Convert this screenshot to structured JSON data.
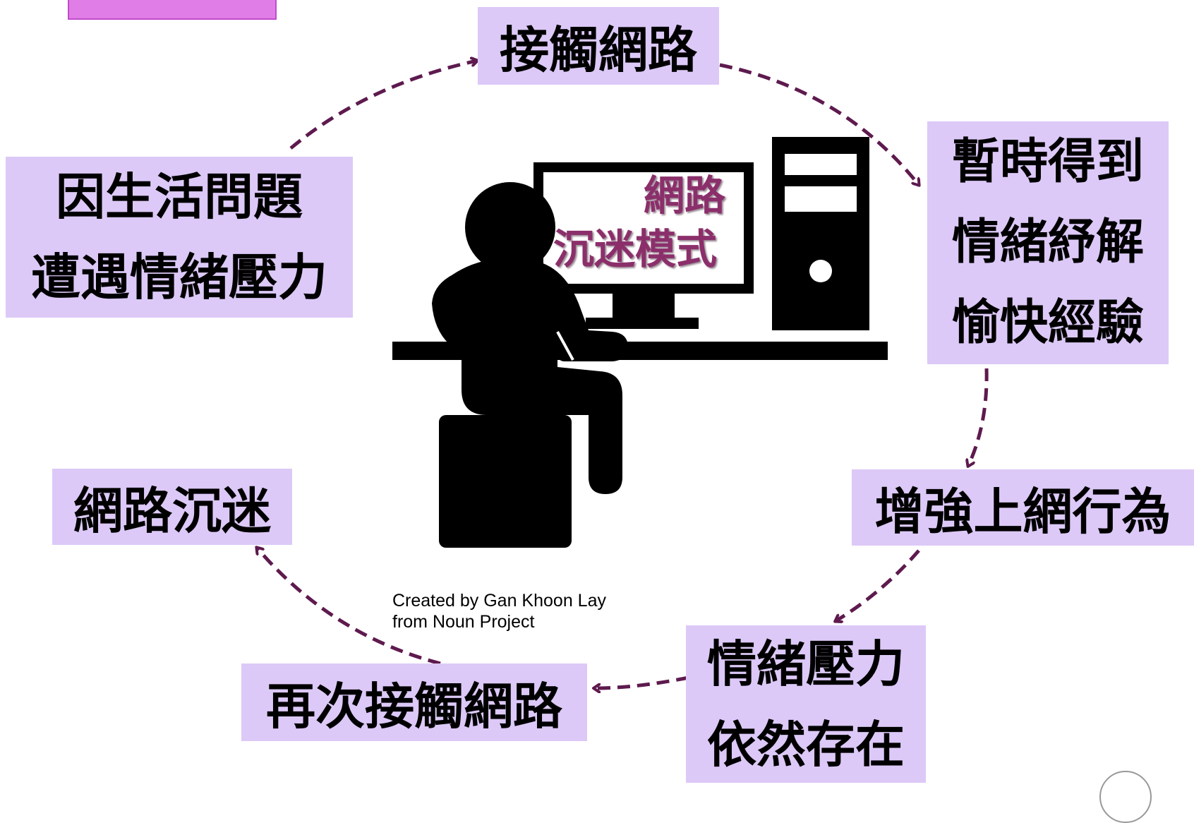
{
  "title_box": {
    "color": "#e07de6"
  },
  "nodes": {
    "contact_network": {
      "text": "接觸網路"
    },
    "temporary_relief": {
      "lines": [
        "暫時得到",
        "情緒紓解",
        "愉快經驗"
      ]
    },
    "reinforce_behavior": {
      "text": "增強上網行為"
    },
    "stress_remains": {
      "lines": [
        "情緒壓力",
        "依然存在"
      ]
    },
    "contact_again": {
      "text": "再次接觸網路"
    },
    "internet_addiction": {
      "text": "網路沉迷"
    },
    "life_problems": {
      "lines": [
        "因生活問題",
        "遭遇情緒壓力"
      ]
    }
  },
  "center": {
    "screen_text": [
      "網路",
      "沉迷模式"
    ],
    "icon": "person-at-computer-icon"
  },
  "credit": [
    "Created by Gan Khoon Lay",
    "from Noun Project"
  ],
  "colors": {
    "box_fill": "#dcc9f7",
    "arrow": "#5e1a4e",
    "overlay_text": "#8b2f6b"
  }
}
